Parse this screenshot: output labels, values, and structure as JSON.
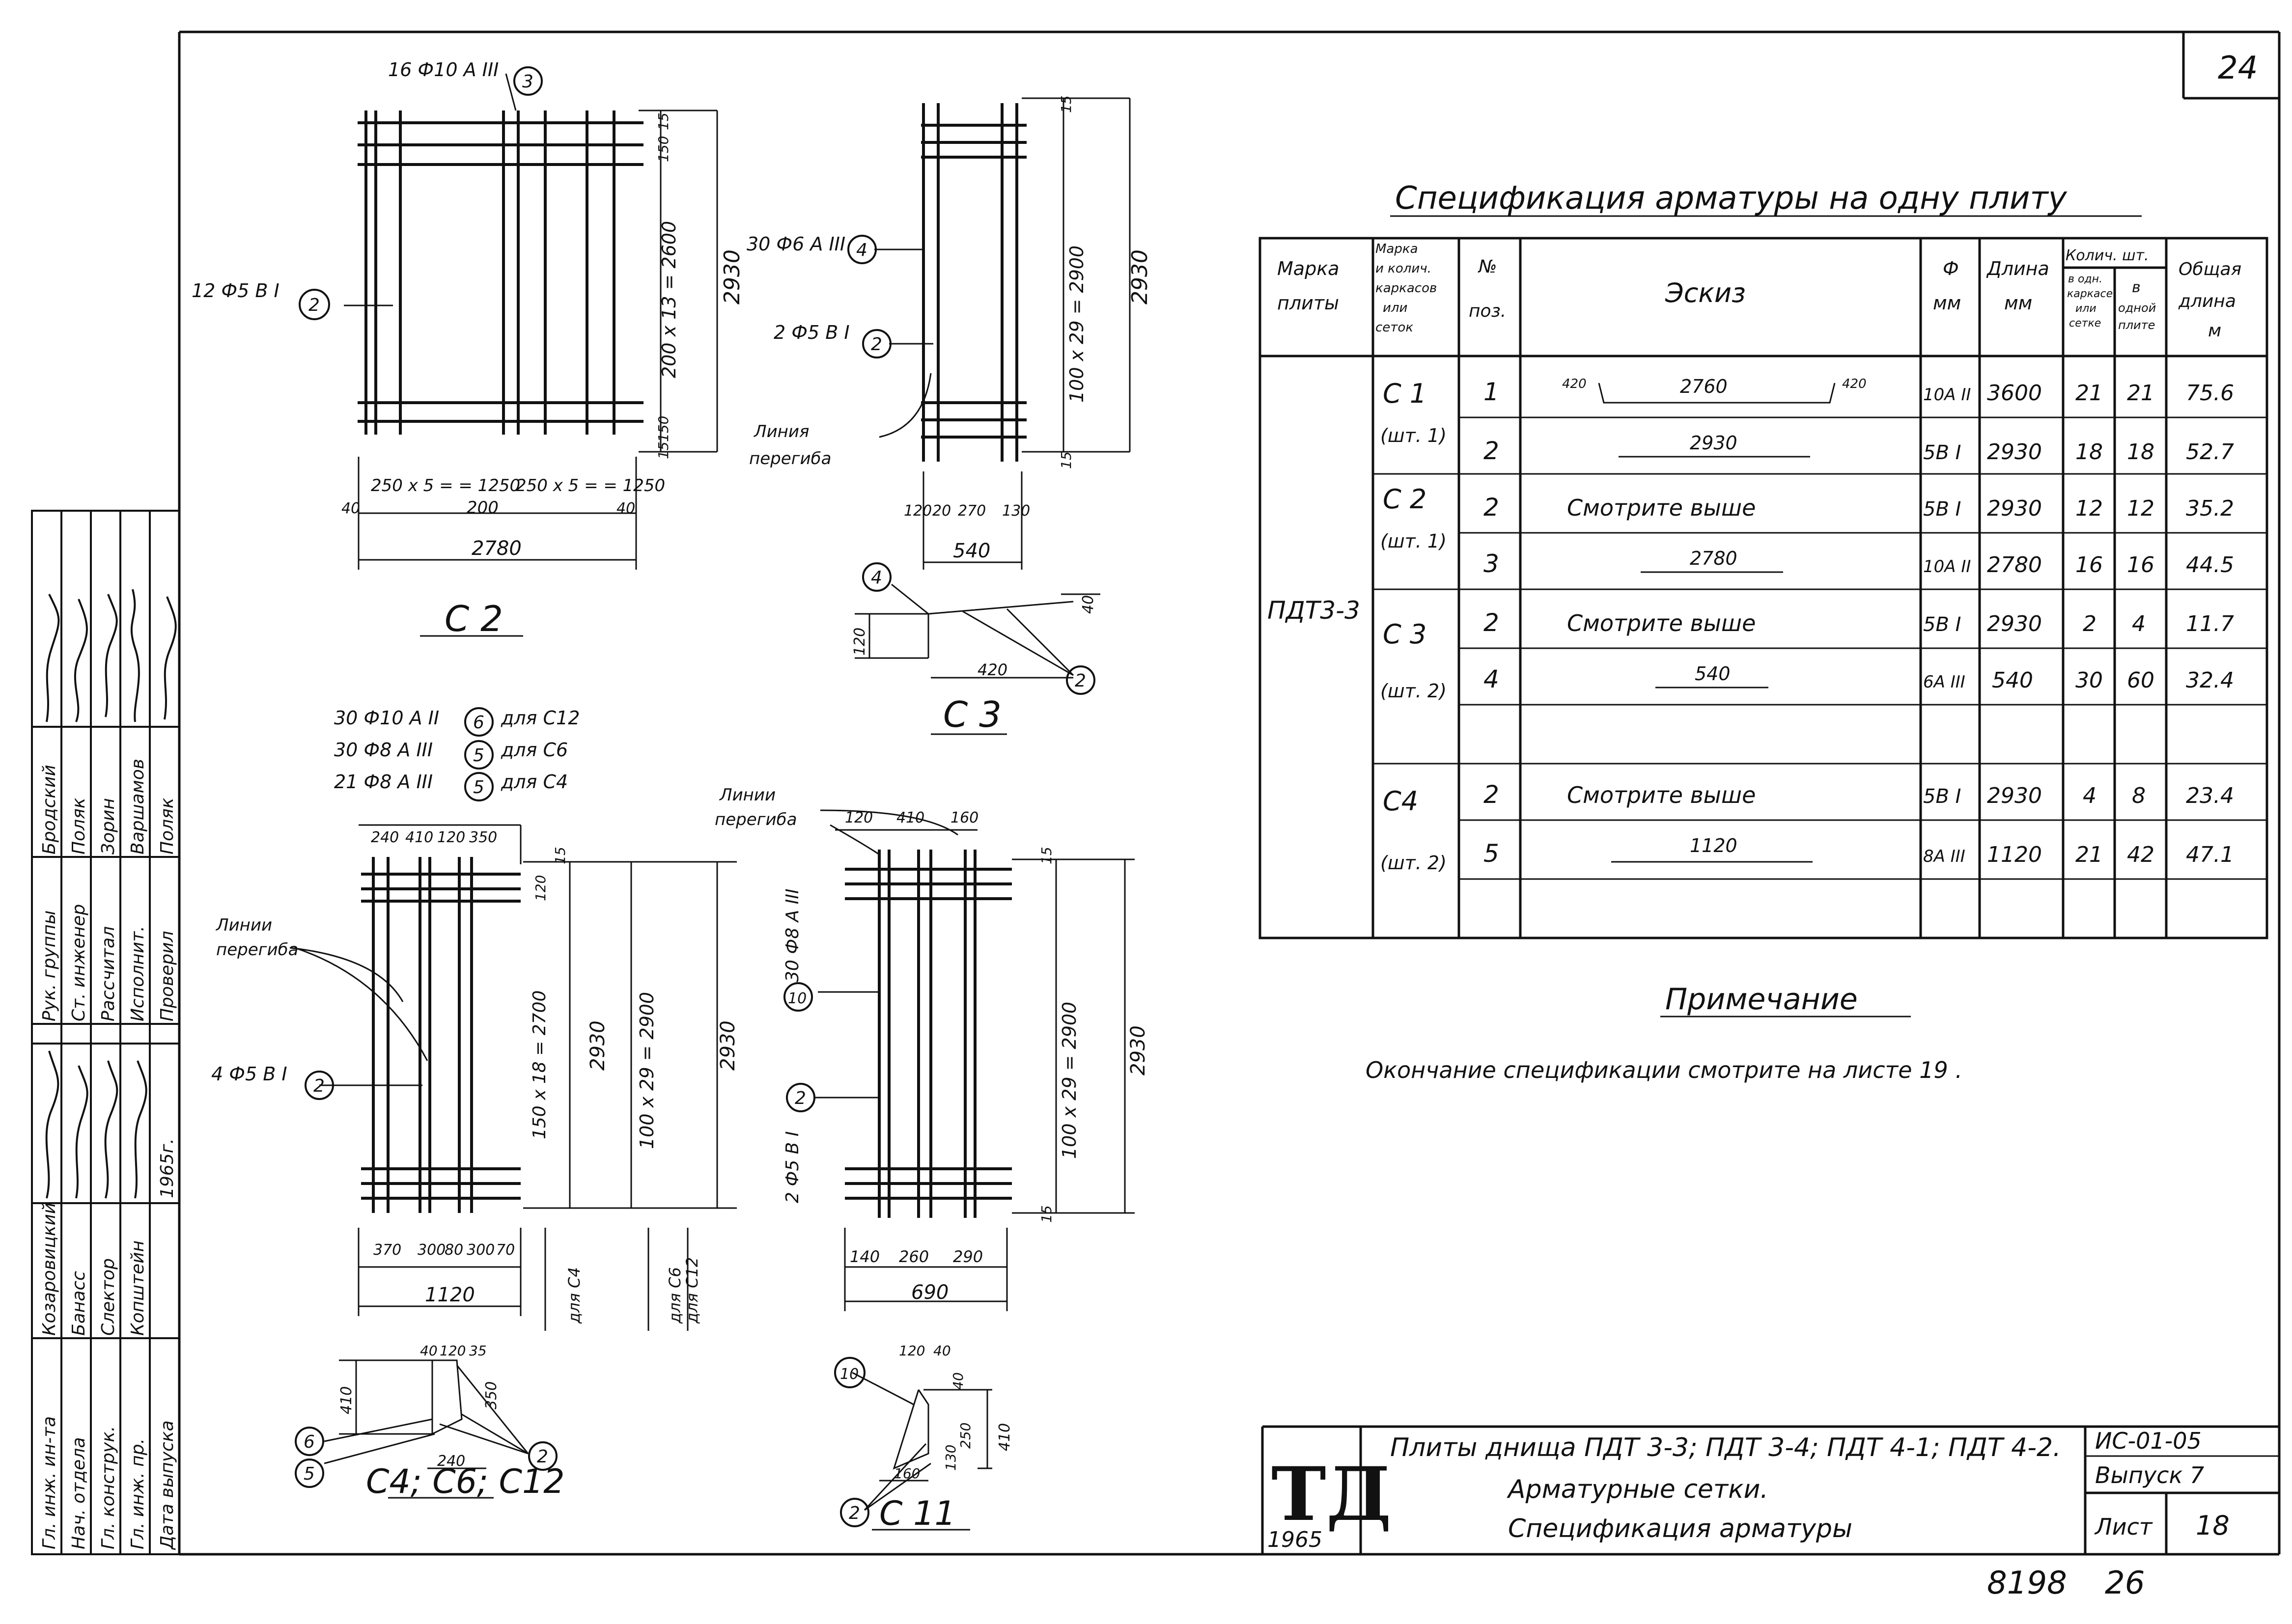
{
  "sheet": {
    "sheet_number_top": "24",
    "bottom_numbers": {
      "left": "8198",
      "right": "26"
    }
  },
  "drawings": {
    "c2": {
      "title": "С 2",
      "callout_3": "16 Ф10 А III",
      "callout_2": "12 Ф5 В I",
      "dims": {
        "vert_grid": "200 x 13 = 2600",
        "vert_total": "2930",
        "horiz_left": "250 x 5 = = 1250",
        "horiz_mid": "200",
        "horiz_right": "250 x 5 = = 1250",
        "edge_left": "40",
        "edge_right": "40",
        "total_width": "2780",
        "top_a": "15",
        "top_b": "150",
        "bot_a": "150",
        "bot_b": "15"
      }
    },
    "c3": {
      "title": "С 3",
      "callout_4": "30 Ф6 А III",
      "callout_2": "2 Ф5 В I",
      "bend_label": "Линия перегиба",
      "dims": {
        "vert_grid": "100 x 29 = 2900",
        "vert_total": "2930",
        "top_a": "15",
        "bot_a": "15",
        "horiz": [
          "120",
          "20",
          "270",
          "130"
        ],
        "total_width": "540"
      },
      "detail": {
        "h": "120",
        "w": "420",
        "rt": "40"
      }
    },
    "c4": {
      "title": "С4; С6; С12",
      "legend": [
        {
          "text": "30 Ф10 А II",
          "mark": "6",
          "for": "для С12"
        },
        {
          "text": "30 Ф8 А III",
          "mark": "5",
          "for": "для С6"
        },
        {
          "text": "21 Ф8 А III",
          "mark": "5",
          "for": "для С4"
        }
      ],
      "bend_label": "Линии перегиба",
      "callout_2": "4 Ф5 В I",
      "dims": {
        "top": [
          "240",
          "410",
          "120",
          "350"
        ],
        "vert_a": "150 x 18 = 2700",
        "vert_b": "2930",
        "vert_c": "100 x 29 = 2900",
        "vert_d": "2930",
        "top_15": "15",
        "top_120": "120",
        "bottom": [
          "370",
          "300",
          "80",
          "300",
          "70"
        ],
        "total_width": "1120",
        "label_c4": "для С4",
        "label_c6": "для С6",
        "label_c12": "для С12"
      },
      "detail": {
        "top": [
          "40",
          "120",
          "35"
        ],
        "h": "410",
        "d": "350",
        "w": "240",
        "m6": "6",
        "m5": "5",
        "m2": "2"
      }
    },
    "c11": {
      "title": "С 11",
      "bend_label": "Линии перегиба",
      "callout_10": "30 Ф8 А III",
      "callout_2": "2 Ф5 В I",
      "dims": {
        "top": [
          "120",
          "410",
          "160"
        ],
        "vert_grid": "100 x 29 = 2900",
        "vert_total": "2930",
        "top_15": "15",
        "bot_15": "15",
        "bottom": [
          "140",
          "260",
          "290"
        ],
        "total_width": "690"
      },
      "detail": {
        "top": [
          "120",
          "40"
        ],
        "h1": "250",
        "h2": "130",
        "h3": "410",
        "w": "160",
        "r": "40",
        "m10": "10",
        "m2": "2"
      }
    }
  },
  "spec": {
    "title": "Спецификация арматуры на одну плиту",
    "headers": {
      "marka": "Марка плиты",
      "karkas": "Марка и колич. каркасов или сеток",
      "pos": "№ поз.",
      "sketch": "Эскиз",
      "dia": "Ф мм",
      "len": "Длина мм",
      "qty": "Колич. шт.",
      "qty_a": "в одн. каркасе или сетке",
      "qty_b": "в одной плите",
      "total": "Общая длина м"
    },
    "plate": "ПДТ3-3",
    "rows": [
      {
        "group": "С 1",
        "group_qty": "(шт. 1)",
        "pos": "1",
        "sketch": "2760",
        "sketch_l": "420",
        "sketch_r": "420",
        "dia": "10А II",
        "len": "3600",
        "qa": "21",
        "qb": "21",
        "total": "75.6"
      },
      {
        "group": "",
        "group_qty": "",
        "pos": "2",
        "sketch": "2930",
        "dia": "5В I",
        "len": "2930",
        "qa": "18",
        "qb": "18",
        "total": "52.7"
      },
      {
        "group": "С 2",
        "group_qty": "(шт. 1)",
        "pos": "2",
        "sketch": "Смотрите выше",
        "dia": "5В I",
        "len": "2930",
        "qa": "12",
        "qb": "12",
        "total": "35.2"
      },
      {
        "group": "",
        "group_qty": "",
        "pos": "3",
        "sketch": "2780",
        "dia": "10А II",
        "len": "2780",
        "qa": "16",
        "qb": "16",
        "total": "44.5"
      },
      {
        "group": "С 3",
        "group_qty": "(шт. 2)",
        "pos": "2",
        "sketch": "Смотрите выше",
        "dia": "5В I",
        "len": "2930",
        "qa": "2",
        "qb": "4",
        "total": "11.7"
      },
      {
        "group": "",
        "group_qty": "",
        "pos": "4",
        "sketch": "540",
        "dia": "6А III",
        "len": "540",
        "qa": "30",
        "qb": "60",
        "total": "32.4"
      },
      {
        "group": "",
        "group_qty": "",
        "pos": "",
        "sketch": "",
        "dia": "",
        "len": "",
        "qa": "",
        "qb": "",
        "total": ""
      },
      {
        "group": "С4",
        "group_qty": "(шт. 2)",
        "pos": "2",
        "sketch": "Смотрите выше",
        "dia": "5В I",
        "len": "2930",
        "qa": "4",
        "qb": "8",
        "total": "23.4"
      },
      {
        "group": "",
        "group_qty": "",
        "pos": "5",
        "sketch": "1120",
        "dia": "8А III",
        "len": "1120",
        "qa": "21",
        "qb": "42",
        "total": "47.1"
      },
      {
        "group": "",
        "group_qty": "",
        "pos": "",
        "sketch": "",
        "dia": "",
        "len": "",
        "qa": "",
        "qb": "",
        "total": ""
      }
    ]
  },
  "note": {
    "title": "Примечание",
    "text": "Окончание спецификации смотрите на листе 19 ."
  },
  "title_block": {
    "logo": "ТД",
    "year": "1965",
    "line1": "Плиты днища ПДТ 3-3; ПДТ 3-4; ПДТ 4-1; ПДТ 4-2.",
    "line2": "Арматурные сетки.",
    "line3": "Спецификация арматуры",
    "code": "ИС-01-05",
    "issue": "Выпуск 7",
    "sheet_label": "Лист",
    "sheet_no": "18"
  },
  "stamp": {
    "rows": [
      {
        "role": "Рук. группы",
        "name": "Бродский"
      },
      {
        "role": "Ст. инженер",
        "name": "Поляк"
      },
      {
        "role": "Рассчитал",
        "name": "Зорин"
      },
      {
        "role": "Исполнит.",
        "name": "Варшамов"
      },
      {
        "role": "Проверил",
        "name": "Поляк"
      },
      {
        "role": "Гл. инж. ин-та",
        "name": "Козаровицкий"
      },
      {
        "role": "Нач. отдела",
        "name": "Банасс"
      },
      {
        "role": "Гл. конструк.",
        "name": "Слектор"
      },
      {
        "role": "Гл. инж. пр.",
        "name": "Копштейн"
      },
      {
        "role": "Дата выпуска",
        "name": "1965г."
      }
    ]
  }
}
